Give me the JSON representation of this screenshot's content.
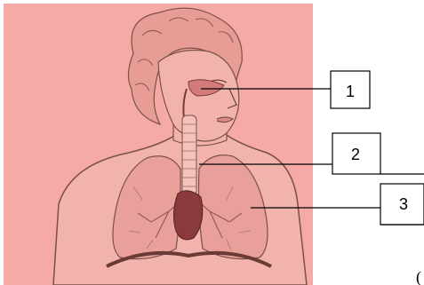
{
  "labels": [
    {
      "id": "1",
      "text": "1",
      "part": "nasal-cavity"
    },
    {
      "id": "2",
      "text": "2",
      "part": "trachea"
    },
    {
      "id": "3",
      "text": "3",
      "part": "lung"
    }
  ],
  "cutoff_text": "(",
  "colors": {
    "illustration_bg": "#f5aaa5",
    "skin_line": "#7a5048",
    "lung": "#e9a09b",
    "heart": "#8a3a3c",
    "label_line": "#000000"
  }
}
